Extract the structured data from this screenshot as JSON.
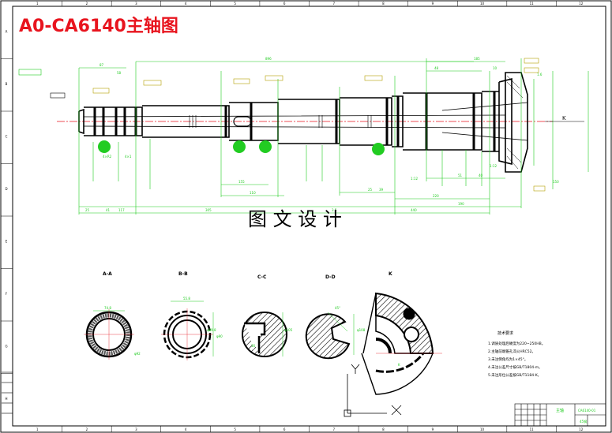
{
  "title": "A0-CA6140主轴图",
  "watermark": "图 文 设 计",
  "colors": {
    "title": "#e8141e",
    "outline": "#000000",
    "dimension": "#1ecb1e",
    "centerline": "#e8141e",
    "highlight": "#22cc22",
    "annotation": "#b5a000"
  },
  "top_ticks": [
    "1",
    "2",
    "3",
    "4",
    "5",
    "6",
    "7",
    "8",
    "9",
    "10",
    "11",
    "12"
  ],
  "bottom_ticks": [
    "1",
    "2",
    "3",
    "4",
    "5",
    "6",
    "7",
    "8",
    "9",
    "10",
    "11",
    "12"
  ],
  "side_letters": [
    "A",
    "B",
    "C",
    "D",
    "E",
    "F",
    "G",
    "H"
  ],
  "shaft_dims": {
    "overall": "896",
    "d1": "87",
    "d2": "58",
    "d3": "185",
    "d4": "10",
    "d5": "305",
    "d6": "440",
    "d7": "190",
    "d8": "48",
    "d9": "110",
    "b1": "25",
    "b2": "41",
    "b3": "117",
    "b4": "155",
    "b5": "3.5",
    "b6": "25",
    "b7": "39",
    "b8": "51",
    "b9": "40",
    "b10": "220",
    "b11": "1.6",
    "m1": "4×R2",
    "m2": "4×1",
    "m3": "150",
    "m4": "1:12",
    "m5": "1:12"
  },
  "arrow_label": "K",
  "sections": [
    {
      "label": "A-A",
      "dims": [
        "74.8",
        "φ92"
      ]
    },
    {
      "label": "B-B",
      "dims": [
        "55.8",
        "φ89.8",
        "φ90"
      ]
    },
    {
      "label": "C-C",
      "dims": [
        "φ105",
        "16"
      ]
    },
    {
      "label": "D-D",
      "dims": [
        "φ108",
        "45°"
      ]
    },
    {
      "label": "K",
      "dims": [
        "K"
      ]
    }
  ],
  "notes": {
    "heading": "技术要求",
    "items": [
      "1.调质处理后硬度为220~250HB。",
      "2.主轴前端锥孔淬火HRC52。",
      "3.未注倒角均为1×45°。",
      "4.未注公差尺寸按GB/T1804-m。",
      "5.未注形位公差按GB/T1184-K。"
    ]
  },
  "title_block": {
    "part": "主轴",
    "drawing_no": "CA6140-01",
    "material": "45钢"
  }
}
